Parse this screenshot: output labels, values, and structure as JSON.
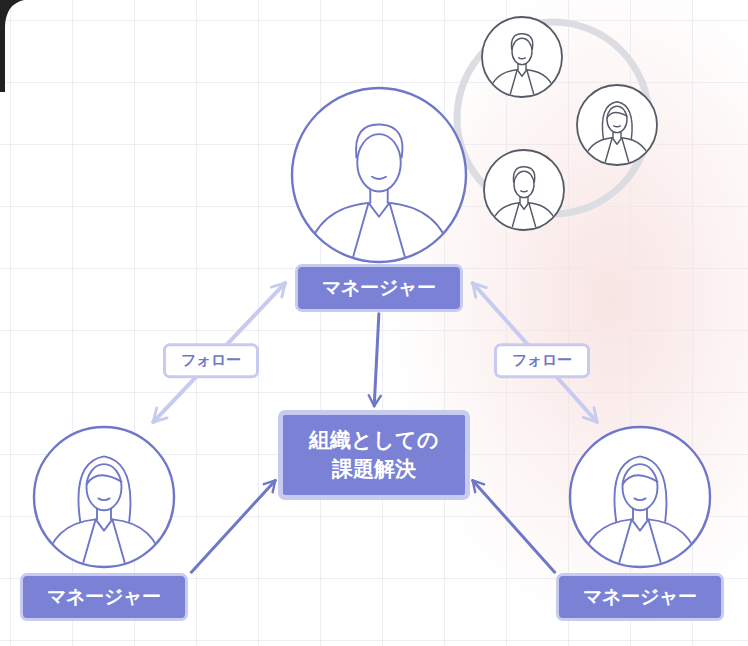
{
  "diagram": {
    "nodes": [
      {
        "text": [
          "マネージャー"
        ]
      },
      {
        "text": [
          "組織としての 課題解決"
        ]
      },
      {
        "text": [
          "マネージャー"
        ]
      },
      {
        "text": [
          "マネージャー"
        ]
      }
    ],
    "edges": [
      {
        "from": 0,
        "to": 1,
        "arrow": "to"
      },
      {
        "from": 2,
        "to": 1,
        "arrow": "to"
      },
      {
        "from": 3,
        "to": 1,
        "arrow": "to"
      },
      {
        "from": 0,
        "to": 2,
        "arrow": "both",
        "label": "フォロー"
      },
      {
        "from": 0,
        "to": 3,
        "arrow": "both",
        "label": "フォロー"
      }
    ]
  }
}
